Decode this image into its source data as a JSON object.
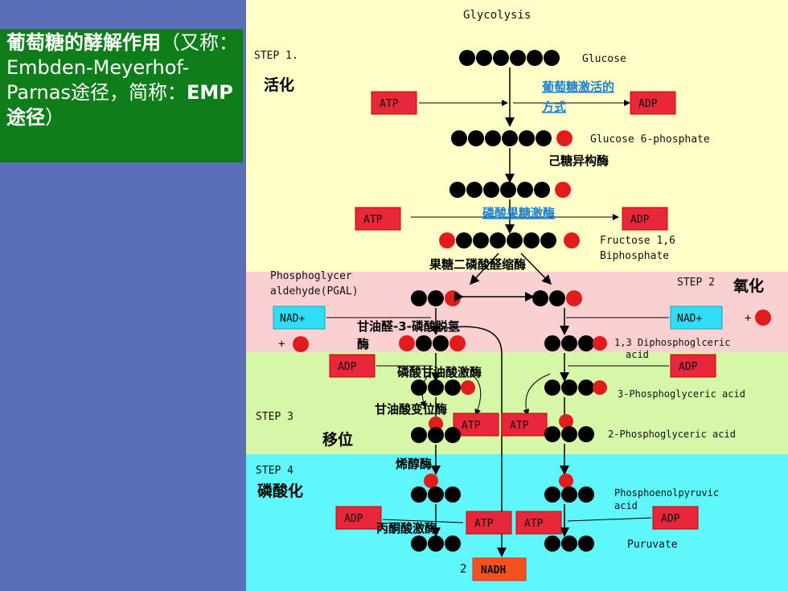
{
  "sidebar": {
    "title_bold": "葡萄糖的酵解作用",
    "title_rest1": "（又称：Embden-Meyerhof-Parnas途径，简称：",
    "title_bold2": "EMP途径",
    "title_end": "）"
  },
  "diagram": {
    "title": "Glycolysis",
    "step1": "STEP 1.",
    "step2": "STEP 2",
    "step3": "STEP 3",
    "step4": "STEP 4",
    "phase_activation": "活化",
    "phase_oxidation": "氧化",
    "phase_shift": "移位",
    "phase_phosphorylation": "磷酸化",
    "glucose": "Glucose",
    "g6p": "Glucose 6-phosphate",
    "fbp1": "Fructose 1,6",
    "fbp2": "Biphosphate",
    "pgal1": "Phosphoglycer",
    "pgal2": "aldehyde(PGAL)",
    "bpg1": "1,3 Diphosphoglceric",
    "bpg2": "acid",
    "pg3": "3-Phosphoglyceric acid",
    "pg2": "2-Phosphoglyceric acid",
    "pep1": "Phosphoenolpyruvic",
    "pep2": "acid",
    "pyruvate": "Puruvate",
    "atp": "ATP",
    "adp": "ADP",
    "nad": "NAD+",
    "plus": "+",
    "nadh_count": "2",
    "nadh": "NADH",
    "enz_hexokinase1": "葡萄糖激活的",
    "enz_hexokinase2": "方式",
    "enz_isomerase": "己糖异构酶",
    "enz_pfk": "磷酸果糖激酶",
    "enz_aldolase": "果糖二磷酸醛缩酶",
    "enz_gapdh1": "甘油醛-3-磷酸脱氢",
    "enz_gapdh2": "酶",
    "enz_pgk": "磷酸甘油酸激酶",
    "enz_pgm": "甘油酸变位酶",
    "enz_enolase": "烯醇酶",
    "enz_pk": "丙酮酸激酶"
  },
  "colors": {
    "sidebar": "#5b6fb8",
    "title_bg": "#0f7d1a",
    "panel_yellow": "#ffffc8",
    "panel_pink": "#fbd0d3",
    "panel_green": "#d7f7a8",
    "panel_cyan": "#5ff7fb",
    "atp_box": "#e8273a",
    "nad_box": "#30dcf7",
    "red_ball": "#e21c1c"
  }
}
